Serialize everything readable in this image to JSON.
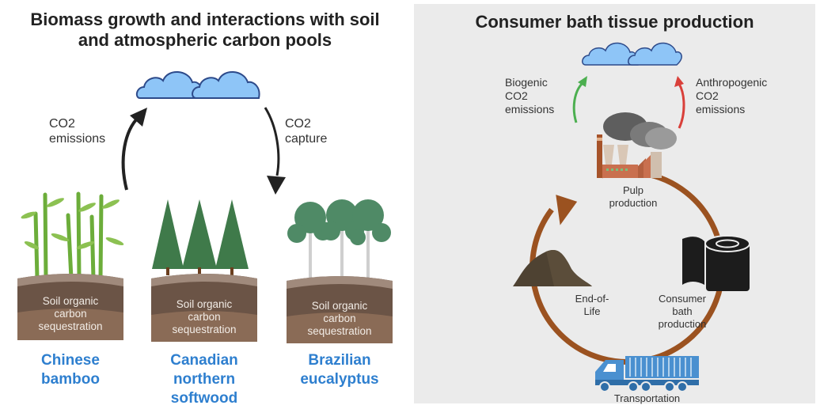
{
  "left_panel": {
    "title_line1": "Biomass growth and interactions with soil",
    "title_line2": "and atmospheric carbon pools",
    "emissions_label_line1": "CO2",
    "emissions_label_line2": "emissions",
    "capture_label_line1": "CO2",
    "capture_label_line2": "capture",
    "soil_label": [
      "Soil organic",
      "carbon",
      "sequestration"
    ],
    "species": [
      {
        "name_lines": [
          "Chinese",
          "bamboo"
        ],
        "icon": "bamboo-icon"
      },
      {
        "name_lines": [
          "Canadian",
          "northern",
          "softwood"
        ],
        "icon": "conifer-icon"
      },
      {
        "name_lines": [
          "Brazilian",
          "eucalyptus"
        ],
        "icon": "eucalyptus-icon"
      }
    ]
  },
  "right_panel": {
    "title": "Consumer bath tissue production",
    "biogenic_label": [
      "Biogenic",
      "CO2",
      "emissions"
    ],
    "anthropogenic_label": [
      "Anthropogenic",
      "CO2",
      "emissions"
    ],
    "stages": {
      "pulp": [
        "Pulp",
        "production"
      ],
      "consumer": [
        "Consumer",
        "bath",
        "production"
      ],
      "transport": [
        "Transportation"
      ],
      "end_of_life": [
        "End-of-",
        "Life"
      ]
    }
  },
  "colors": {
    "species_text": "#2e7fcf",
    "cloud_fill": "#8ec5f7",
    "cloud_stroke": "#2d4a8a",
    "cycle_arrow": "#9b5220",
    "biogenic_arrow": "#4caf50",
    "anthropogenic_arrow": "#d9403a",
    "truck": "#4a90d0",
    "right_bg": "#ebebeb"
  }
}
